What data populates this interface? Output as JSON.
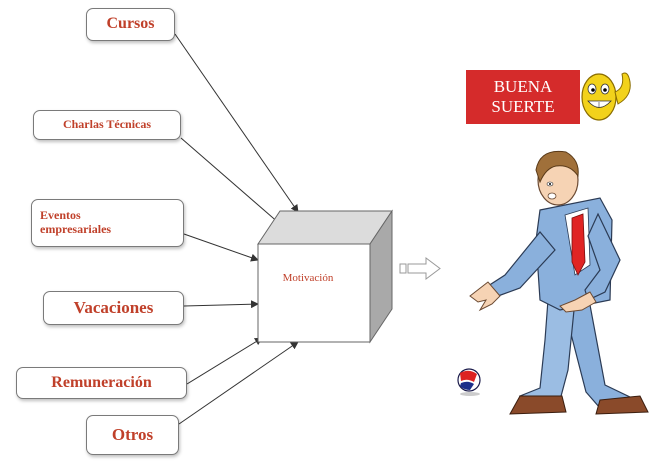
{
  "diagram": {
    "inputs": [
      {
        "id": "cursos",
        "label": "Cursos"
      },
      {
        "id": "charlas",
        "label": "Charlas Técnicas"
      },
      {
        "id": "eventos",
        "label": "Eventos\nempresariales"
      },
      {
        "id": "vacaciones",
        "label": "Vacaciones"
      },
      {
        "id": "remuneracion",
        "label": "Remuneración"
      },
      {
        "id": "otros",
        "label": "Otros"
      }
    ],
    "center_label": "Motivación",
    "badge_text": "BUENA SUERTE",
    "colors": {
      "label_text": "#c0402a",
      "badge_bg": "#d52b2b",
      "cube_front": "#ffffff",
      "cube_side": "#a9a9a9",
      "cube_top": "#dcdcdc",
      "suit": "#8ab0dc",
      "tie": "#e02424"
    },
    "icons": [
      "arrow-right-icon",
      "smiley-thumbs-up-icon",
      "businessman-illustration",
      "ball-icon"
    ]
  }
}
